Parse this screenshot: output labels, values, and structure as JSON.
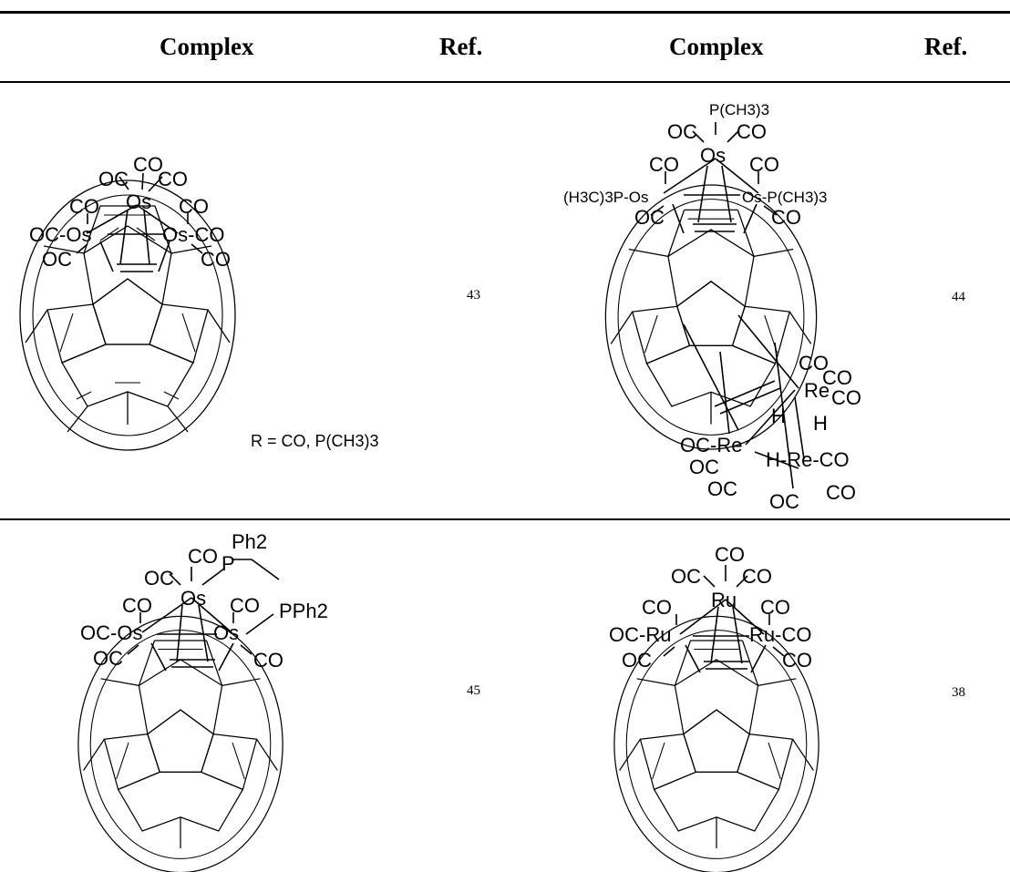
{
  "table": {
    "headers": [
      "Complex",
      "Ref.",
      "Complex",
      "Ref."
    ],
    "rows": [
      {
        "left": {
          "ref": "43",
          "labels": [
            "OC",
            "CO",
            "CO",
            "Os",
            "CO",
            "CO",
            "OC-Os",
            "Os-CO",
            "OC",
            "CO"
          ],
          "note": "R = CO, P(CH3)3"
        },
        "right": {
          "ref": "44",
          "labels": [
            "P(CH3)3",
            "OC",
            "CO",
            "Os",
            "CO",
            "CO",
            "(H3C)3P-Os",
            "Os-P(CH3)3",
            "OC",
            "CO",
            "CO",
            "CO",
            "Re",
            "CO",
            "H",
            "H",
            "OC-Re",
            "H-Re-CO",
            "OC",
            "OC",
            "OC",
            "CO"
          ]
        }
      },
      {
        "left": {
          "ref": "45",
          "labels": [
            "CO",
            "Ph2",
            "OC",
            "P",
            "Os",
            "CO",
            "PPh2",
            "CO",
            "OC-Os",
            "Os",
            "OC",
            "CO"
          ]
        },
        "right": {
          "ref": "38",
          "labels": [
            "CO",
            "OC",
            "CO",
            "Ru",
            "CO",
            "CO",
            "OC-Ru",
            "Ru-CO",
            "OC",
            "CO"
          ]
        }
      }
    ]
  }
}
